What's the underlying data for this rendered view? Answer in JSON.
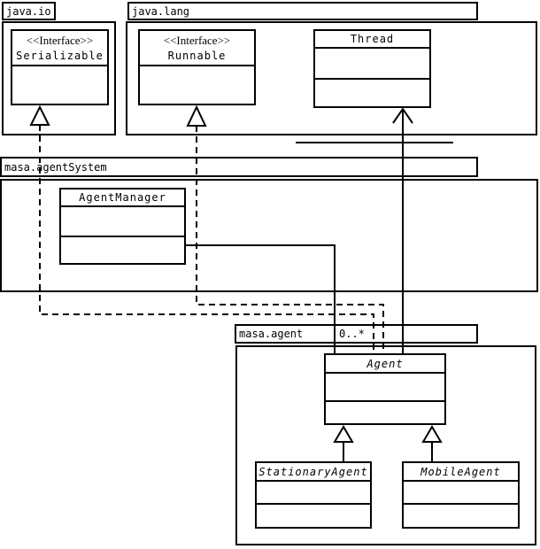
{
  "diagram": {
    "kind": "uml-class-diagram",
    "colors": {
      "background": "#ffffff",
      "line": "#000000",
      "shape_fill": "#ffffff"
    }
  },
  "packages": {
    "java_io": {
      "name": "java.io"
    },
    "java_lang": {
      "name": "java.lang"
    },
    "masa_agentSystem": {
      "name": "masa.agentSystem"
    },
    "masa_agent": {
      "name": "masa.agent"
    }
  },
  "classes": {
    "serializable": {
      "stereotype": "<<Interface>>",
      "name": "Serializable",
      "kind": "interface",
      "package": "java.io"
    },
    "runnable": {
      "stereotype": "<<Interface>>",
      "name": "Runnable",
      "kind": "interface",
      "package": "java.lang"
    },
    "thread": {
      "name": "Thread",
      "kind": "class",
      "package": "java.lang"
    },
    "agent_manager": {
      "name": "AgentManager",
      "kind": "class",
      "package": "masa.agentSystem"
    },
    "agent": {
      "name": "Agent",
      "kind": "abstract-class",
      "package": "masa.agent"
    },
    "stationary_agent": {
      "name": "StationaryAgent",
      "kind": "abstract-class",
      "package": "masa.agent"
    },
    "mobile_agent": {
      "name": "MobileAgent",
      "kind": "abstract-class",
      "package": "masa.agent"
    }
  },
  "relationships": [
    {
      "type": "realization",
      "from": "Agent",
      "to": "Serializable",
      "line": "dashed",
      "head": "hollow-triangle"
    },
    {
      "type": "realization",
      "from": "Agent",
      "to": "Runnable",
      "line": "dashed",
      "head": "hollow-triangle"
    },
    {
      "type": "generalization",
      "from": "Agent",
      "to": "Thread",
      "line": "solid",
      "head": "open-arrow"
    },
    {
      "type": "association",
      "from": "AgentManager",
      "to": "Agent",
      "line": "solid",
      "multiplicity": "0..*"
    },
    {
      "type": "generalization",
      "from": "StationaryAgent",
      "to": "Agent",
      "line": "solid",
      "head": "hollow-triangle"
    },
    {
      "type": "generalization",
      "from": "MobileAgent",
      "to": "Agent",
      "line": "solid",
      "head": "hollow-triangle"
    }
  ],
  "labels": {
    "agent_multiplicity": "0..*"
  }
}
